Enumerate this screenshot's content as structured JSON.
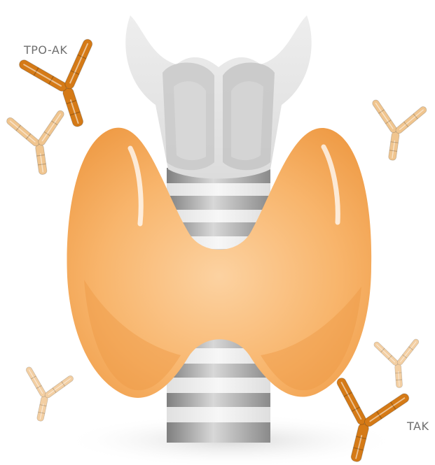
{
  "labels": {
    "tpo_antibody": "TPO-AK",
    "tg_antibody": "TAK"
  },
  "colors": {
    "label_text": "#6f6f6f",
    "thyroid_fill": "#f7b56e",
    "thyroid_light": "#fbd3a6",
    "thyroid_shadow": "#ee9a45",
    "antibody_strong": "#d57a16",
    "antibody_faint": "#f0c58f",
    "larynx": "#e4e4e4",
    "trachea_dark": "#8f8f8f",
    "trachea_light": "#ececec"
  },
  "icons": {
    "antibody": "y-shaped-antibody",
    "thyroid": "butterfly-gland",
    "larynx": "larynx-cartilage",
    "trachea": "tracheal-rings"
  }
}
